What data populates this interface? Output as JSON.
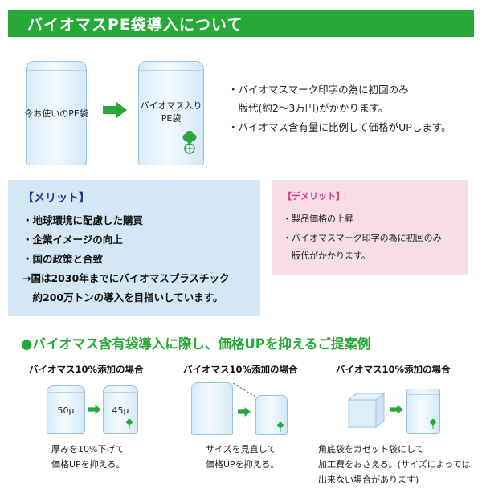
{
  "header": {
    "title": "バイオマスPE袋導入について"
  },
  "comparison": {
    "current_bag_label": "今お使いのPE袋",
    "biomass_bag_label_line1": "バイオマス入り",
    "biomass_bag_label_line2": "PE袋",
    "notes": [
      "・バイオマスマーク印字の為に初回のみ",
      "　版代(約2〜3万円)がかかります。",
      "・バイオマス含有量に比例して価格がUPします。"
    ]
  },
  "merit": {
    "title": "【メリット】",
    "items": [
      "・地球環境に配慮した購買",
      "・企業イメージの向上",
      "・国の政策と合致",
      "→国は2030年までにバイオマスプラスチック",
      "　約200万トンの導入を目指いしています。"
    ]
  },
  "demerit": {
    "title": "【デメリット】",
    "items": [
      "・製品価格の上昇",
      "・バイオマスマーク印字の為に初回のみ",
      "　版代がかかります。"
    ]
  },
  "examples": {
    "section_title": "●バイオマス含有袋導入に際し、価格UPを抑えるご提案例",
    "cases": [
      {
        "label": "バイオマス10%添加の場合",
        "before_value": "50μ",
        "after_value": "45μ",
        "desc_line1": "厚みを10%下げて",
        "desc_line2": "価格UPを抑える。"
      },
      {
        "label": "バイオマス10%添加の場合",
        "desc_line1": "サイズを見直して",
        "desc_line2": "価格UPを抑える。"
      },
      {
        "label": "バイオマス10%添加の場合",
        "desc_line1": "角底袋をガゼット袋にして",
        "desc_line2": "加工費をおさえる。(サイズによっては",
        "desc_line3": "出来ない場合があります)"
      }
    ]
  },
  "colors": {
    "green": "#27a838",
    "merit_bg": "#d3e7f5",
    "demerit_bg": "#f6dde6",
    "demerit_title": "#d43a7a",
    "merit_title": "#1f3b8c"
  },
  "icons": {
    "arrow": "right-arrow-icon",
    "biomass_mark": "biomass-mark-icon"
  }
}
